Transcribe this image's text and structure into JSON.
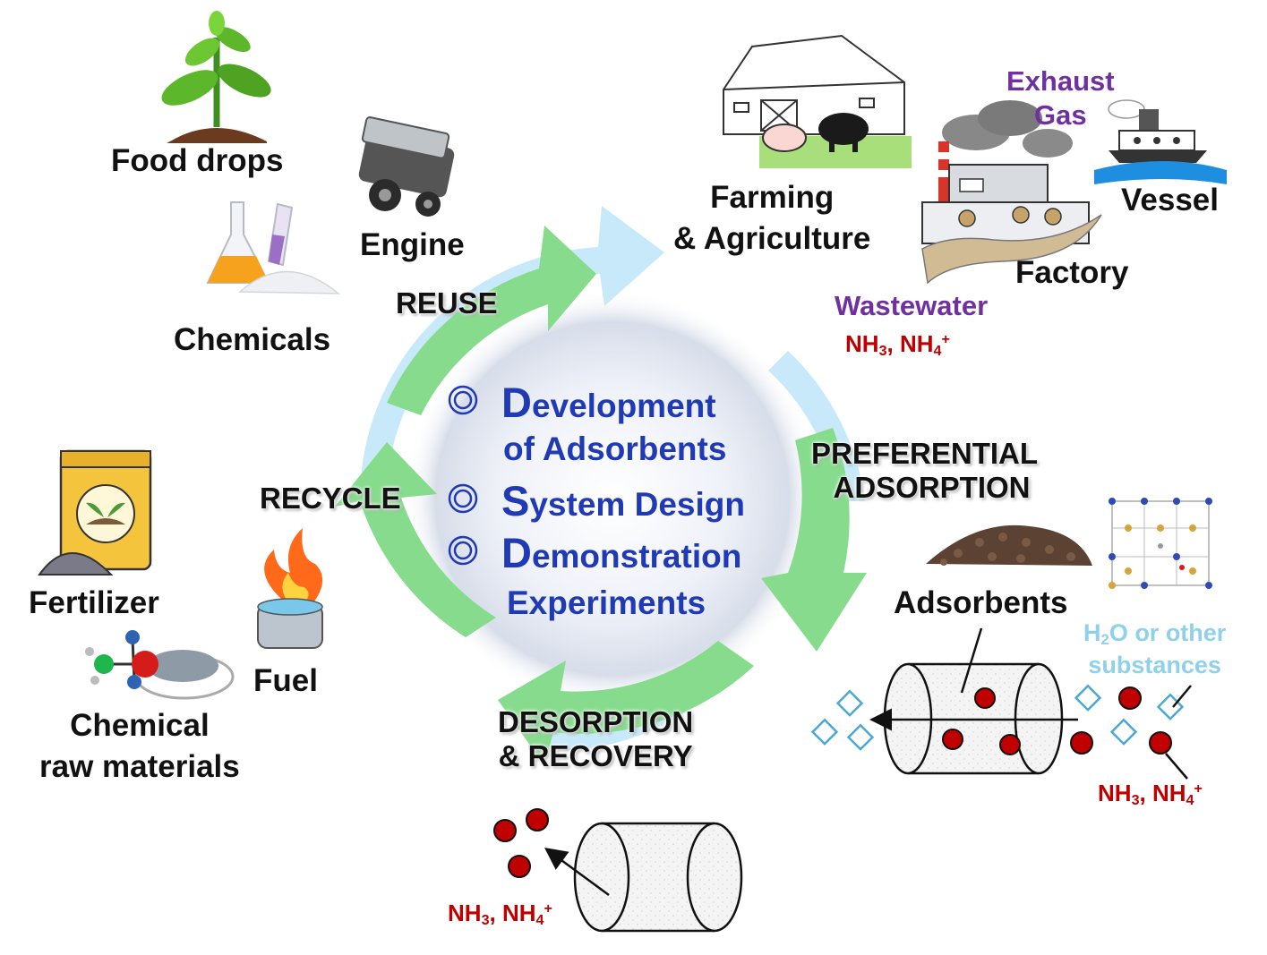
{
  "center": {
    "items": [
      {
        "initial": "D",
        "rest": "evelopment",
        "line2": "of Adsorbents"
      },
      {
        "initial": "S",
        "rest": "ystem Design"
      },
      {
        "initial": "D",
        "rest": "emonstration",
        "line2": "Experiments"
      }
    ]
  },
  "stages": {
    "reuse": "REUSE",
    "recycle": "RECYCLE",
    "preferential_1": "PREFERENTIAL",
    "preferential_2": "ADSORPTION",
    "desorption_1": "DESORPTION",
    "desorption_2": "& RECOVERY"
  },
  "sources": {
    "farming_1": "Farming",
    "farming_2": "& Agriculture",
    "factory": "Factory",
    "vessel": "Vessel",
    "exhaust_1": "Exhaust",
    "exhaust_2": "Gas",
    "wastewater": "Wastewater"
  },
  "uses": {
    "food": "Food drops",
    "engine": "Engine",
    "chemicals": "Chemicals",
    "fertilizer": "Fertilizer",
    "fuel": "Fuel",
    "raw_1": "Chemical",
    "raw_2": "raw materials"
  },
  "adsorbents": "Adsorbents",
  "water": {
    "h": "H",
    "sub2": "2",
    "rest": "O or other",
    "line2": "substances"
  },
  "ammonia": {
    "nh": "NH",
    "sub3": "3",
    "comma": ", NH",
    "sub4": "4",
    "plus": "+"
  },
  "colors": {
    "arrow_green": "#86dc8c",
    "arrow_blue": "#c7e9f9",
    "center_text": "#1f3ab4",
    "molecule_red": "#c00000",
    "diamond": "#7cc7e8",
    "label_purple": "#7030a0"
  }
}
